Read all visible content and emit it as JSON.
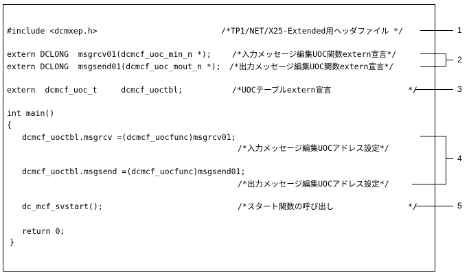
{
  "code": {
    "l_include": "#include <dcmxep.h>",
    "c_include": "/*TP1/NET/X25-Extended用ヘッダファイル */",
    "l_ext1": "extern DCLONG  msgrcv01(dcmcf_uoc_min_n *);",
    "c_ext1": "/*入力メッセージ編集UOC関数extern宣言*/",
    "l_ext2": "extern DCLONG  msgsend01(dcmcf_uoc_mout_n *);",
    "c_ext2": "/*出力メッセージ編集UOC関数extern宣言*/",
    "l_tbl": "extern  dcmcf_uoc_t     dcmcf_uoctbl;",
    "c_tbl": "/*UOCテーブルextern宣言",
    "c_tbl_end": "*/",
    "l_main": "int main()",
    "l_brace_open": "{",
    "l_rcv": "dcmcf_uoctbl.msgrcv =(dcmcf_uocfunc)msgrcv01;",
    "c_rcv": "/*入力メッセージ編集UOCアドレス設定*/",
    "l_send": "dcmcf_uoctbl.msgsend =(dcmcf_uocfunc)msgsend01;",
    "c_send": "/*出力メッセージ編集UOCアドレス設定*/",
    "l_start": "dc_mcf_svstart();",
    "c_start": "/*スタート関数の呼び出し",
    "c_start_end": "*/",
    "l_return": "return 0;",
    "l_brace_close": "}"
  },
  "callouts": [
    "1",
    "2",
    "3",
    "4",
    "5"
  ]
}
